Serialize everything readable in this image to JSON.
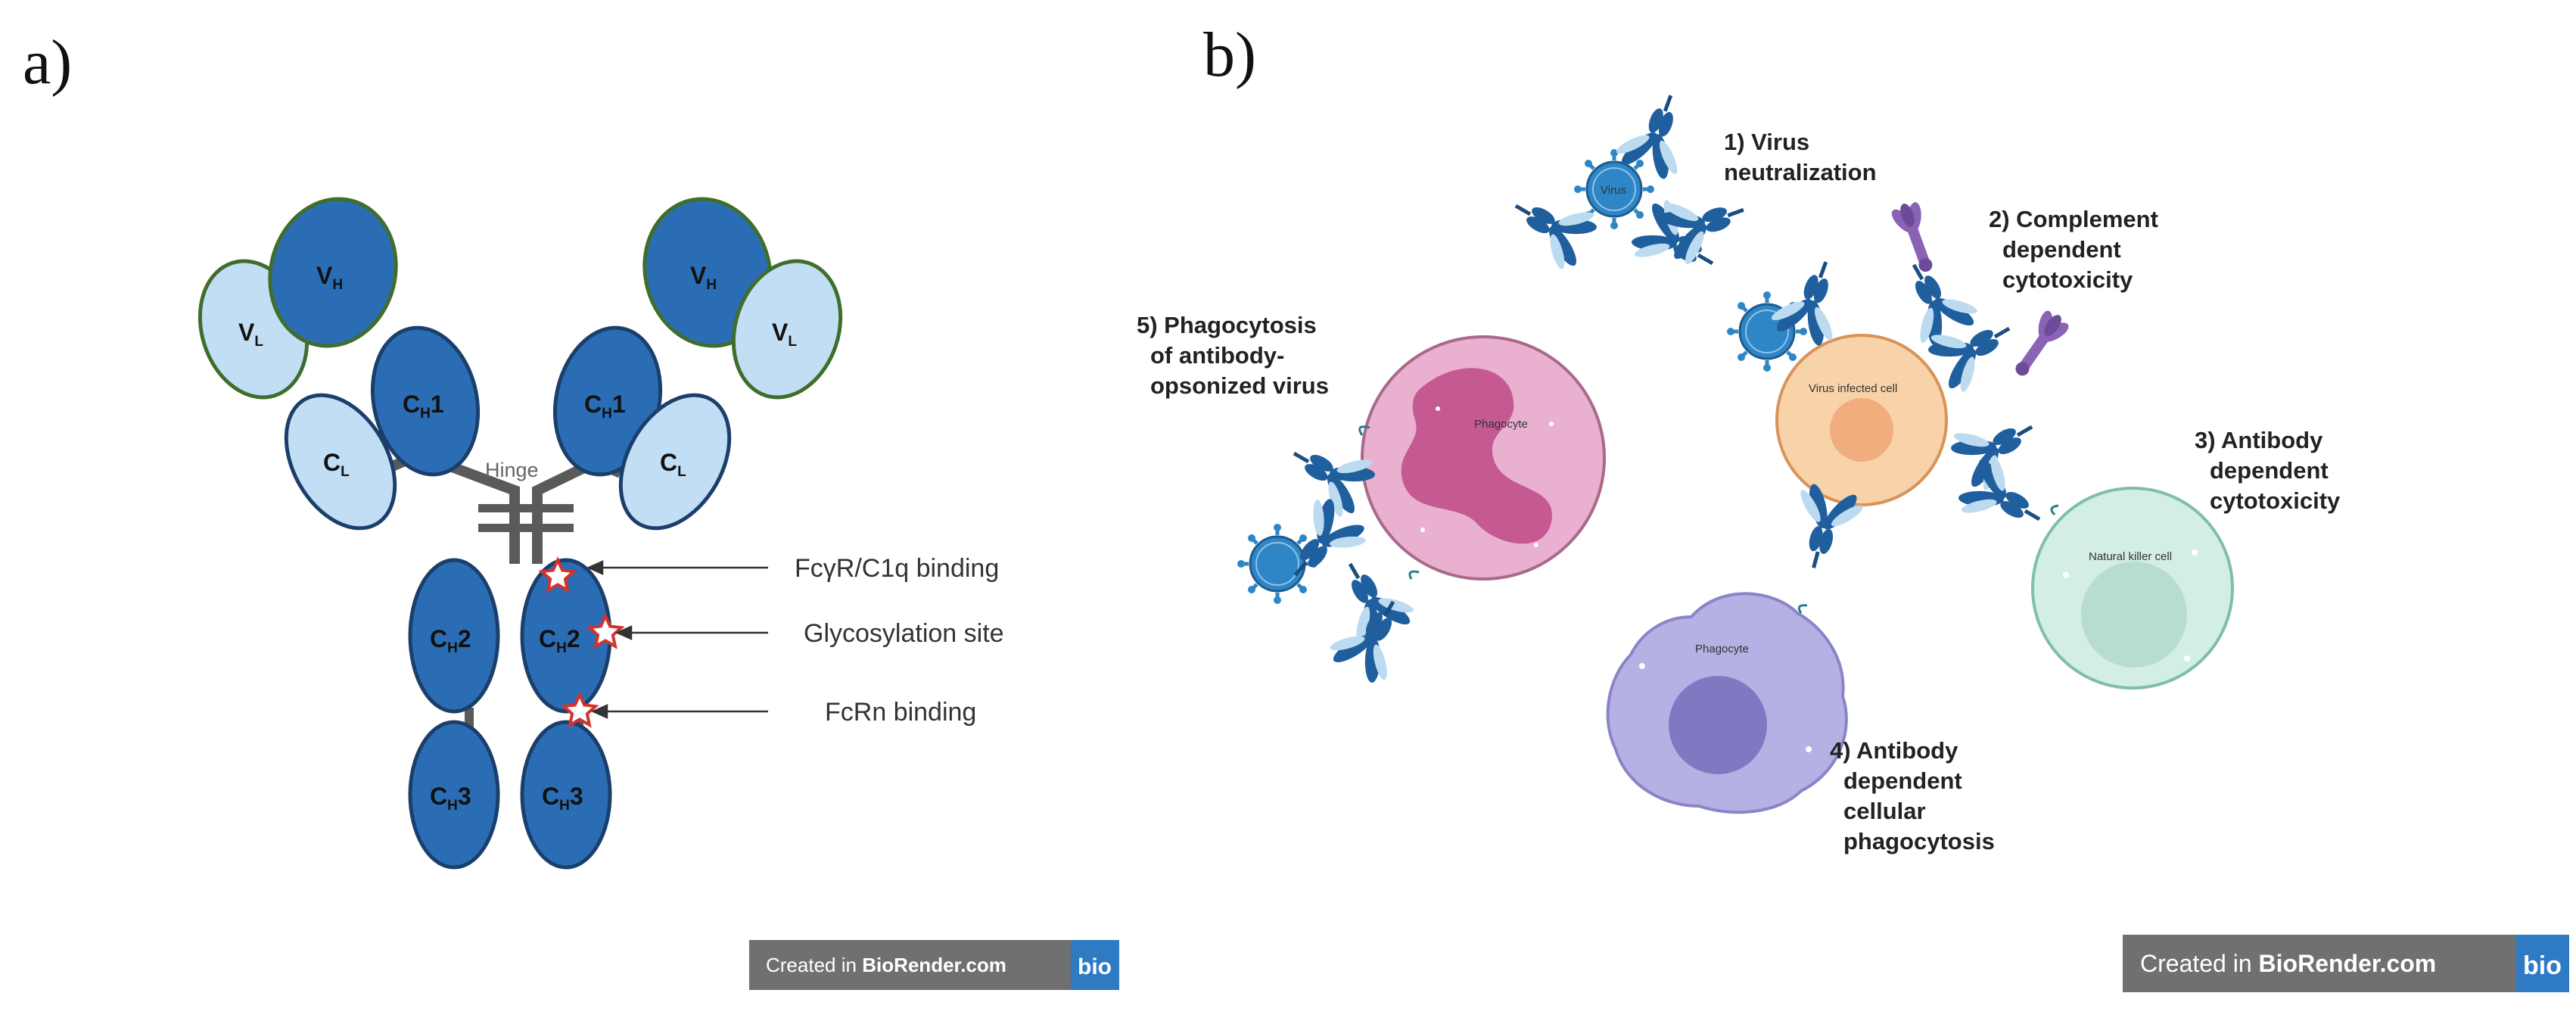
{
  "panel_a": {
    "letter": "a)",
    "domains": {
      "vh": "V",
      "vh_sub": "H",
      "vl": "V",
      "vl_sub": "L",
      "ch1": "C",
      "ch1_sub": "H",
      "ch1_num": "1",
      "cl": "C",
      "cl_sub": "L",
      "ch2": "C",
      "ch2_sub": "H",
      "ch2_num": "2",
      "ch3": "C",
      "ch3_sub": "H",
      "ch3_num": "3"
    },
    "hinge": "Hinge",
    "annotations": {
      "fc_binding": "FcγR/C1q binding",
      "glyco": "Glycosylation site",
      "fcrn": "FcRn binding"
    },
    "badge": {
      "prefix": "Created in ",
      "brand": "BioRender.com",
      "logo": "bio"
    }
  },
  "panel_b": {
    "letter": "b)",
    "mechanisms": {
      "m1": [
        "1) Virus",
        "neutralization"
      ],
      "m2": [
        "2) Complement",
        "dependent",
        "cytotoxicity"
      ],
      "m3": [
        "3) Antibody",
        "dependent",
        "cytotoxicity"
      ],
      "m4": [
        "4) Antibody",
        "dependent",
        "cellular",
        "phagocytosis"
      ],
      "m5": [
        "5) Phagocytosis",
        "of antibody-",
        "opsonized virus"
      ]
    },
    "cells": {
      "virus": "Virus",
      "infected": "Virus infected cell",
      "nk": "Natural killer cell",
      "phagocyte": "Phagocyte",
      "phagocyte2": "Phagocyte"
    },
    "badge": {
      "prefix": "Created in ",
      "brand": "BioRender.com",
      "logo": "bio"
    }
  },
  "colors": {
    "dark_blue": "#2b6db5",
    "light_blue": "#c2def4",
    "heavy_outline": "#1b3f6b",
    "light_outline": "#3f6e2c",
    "chain_gray": "#5a5a5a",
    "star": "#d0342c",
    "infected_cell": "#f8d2a8",
    "nk_cell": "#d2eee5",
    "phagocyte_pink": "#e9b1cf",
    "phagocyte_purple": "#b5b1e4",
    "virus": "#2e86c6",
    "badge_bg": "#707070",
    "badge_logo": "#2e7bc4"
  }
}
